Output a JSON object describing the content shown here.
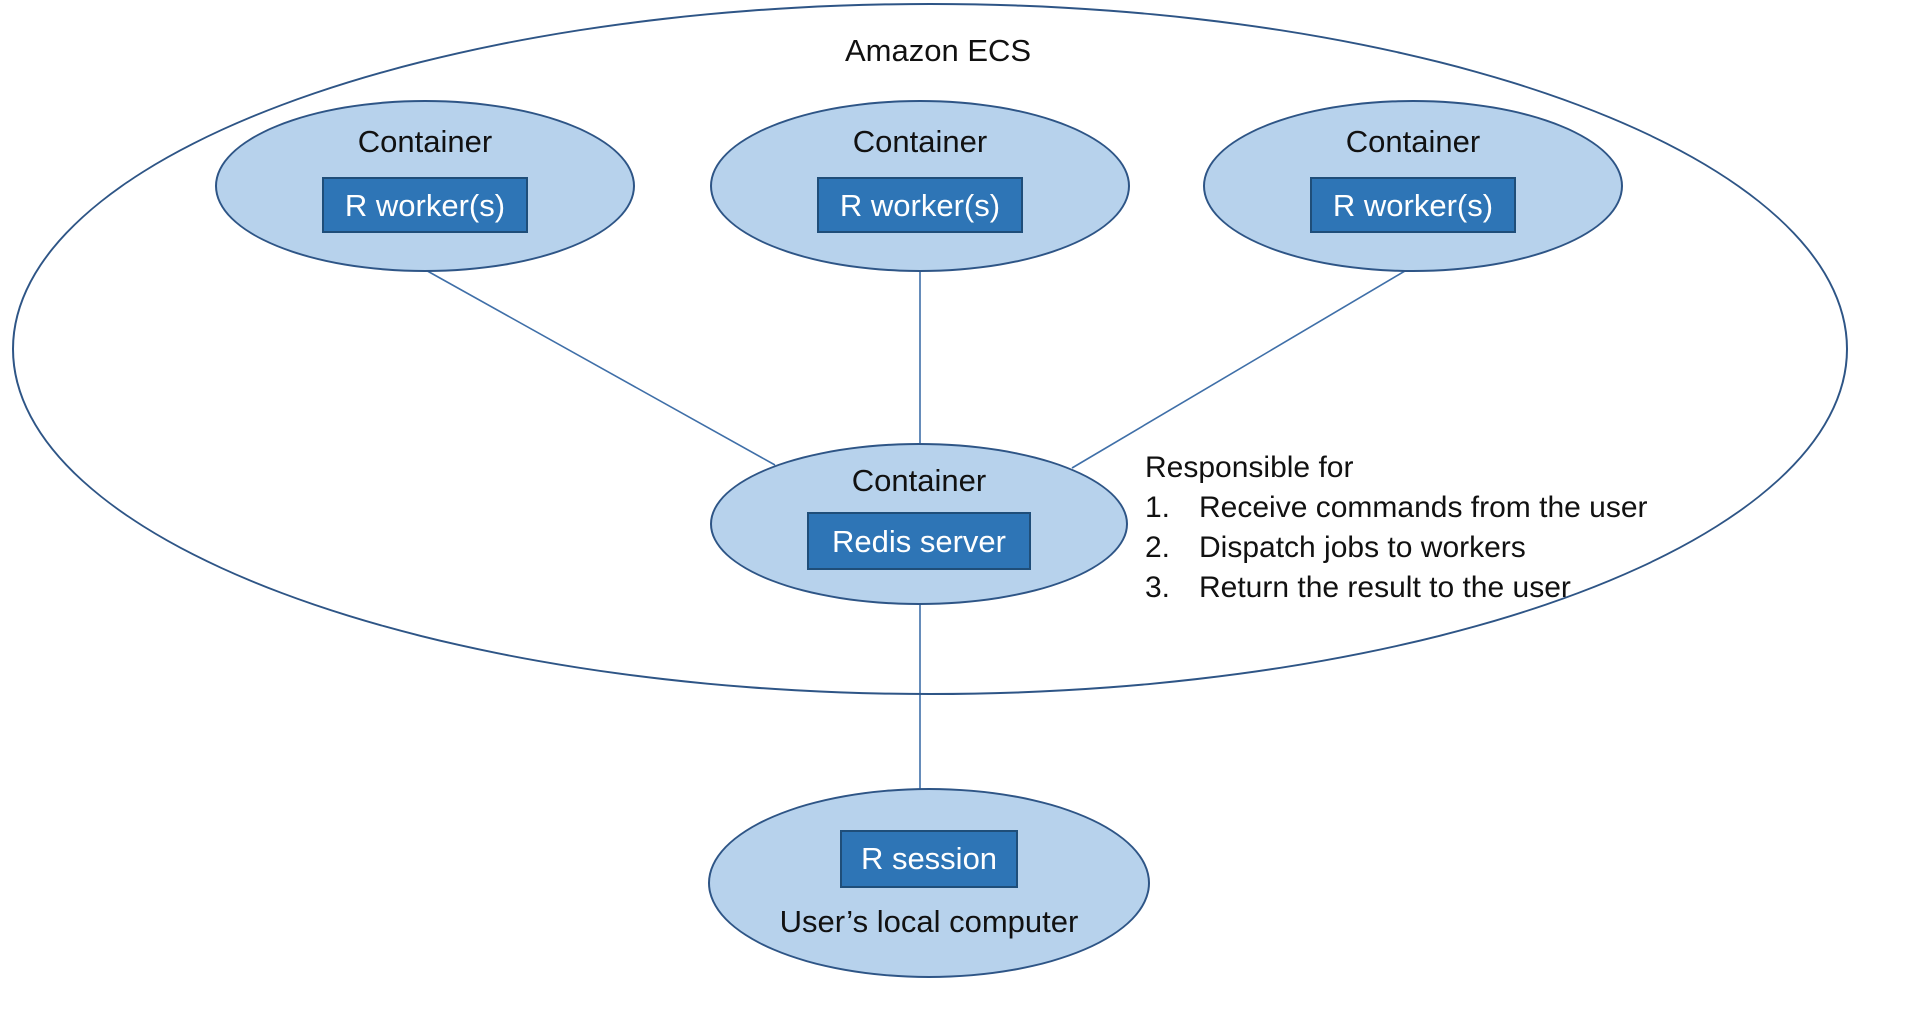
{
  "diagram": {
    "title": "Amazon ECS",
    "boundary_label": "Amazon ECS",
    "colors": {
      "ellipse_fill": "#b7d2ec",
      "ellipse_border": "#2e5586",
      "inner_box_fill": "#2e75b6",
      "inner_box_border": "#1f4e79",
      "inner_box_text": "#ffffff",
      "connector": "#3f6fa8",
      "text": "#111111"
    },
    "workers": [
      {
        "caption": "Container",
        "box_label": "R worker(s)"
      },
      {
        "caption": "Container",
        "box_label": "R worker(s)"
      },
      {
        "caption": "Container",
        "box_label": "R worker(s)"
      }
    ],
    "redis": {
      "caption": "Container",
      "box_label": "Redis server"
    },
    "local": {
      "box_label": "R session",
      "caption": "User’s local computer"
    },
    "note": {
      "heading": "Responsible for",
      "items": [
        {
          "index": "1.",
          "text": "Receive commands from the user"
        },
        {
          "index": "2.",
          "text": "Dispatch jobs to workers"
        },
        {
          "index": "3.",
          "text": "Return the result to the user"
        }
      ]
    }
  }
}
